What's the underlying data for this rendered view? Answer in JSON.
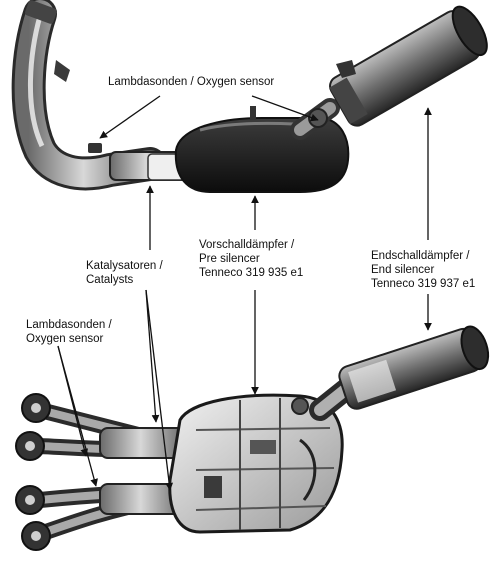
{
  "labels": {
    "lambda_top": "Lambdasonden / Oxygen sensor",
    "catalysts": [
      "Katalysatoren /",
      "Catalysts"
    ],
    "pre_silencer": [
      "Vorschalldämpfer  /",
      "Pre silencer",
      "Tenneco 319 935 e1"
    ],
    "end_silencer": [
      "Endschalldämpfer /",
      "End silencer",
      "Tenneco 319 937 e1"
    ],
    "lambda_bottom": [
      "Lambdasonden /",
      "Oxygen sensor"
    ]
  }
}
